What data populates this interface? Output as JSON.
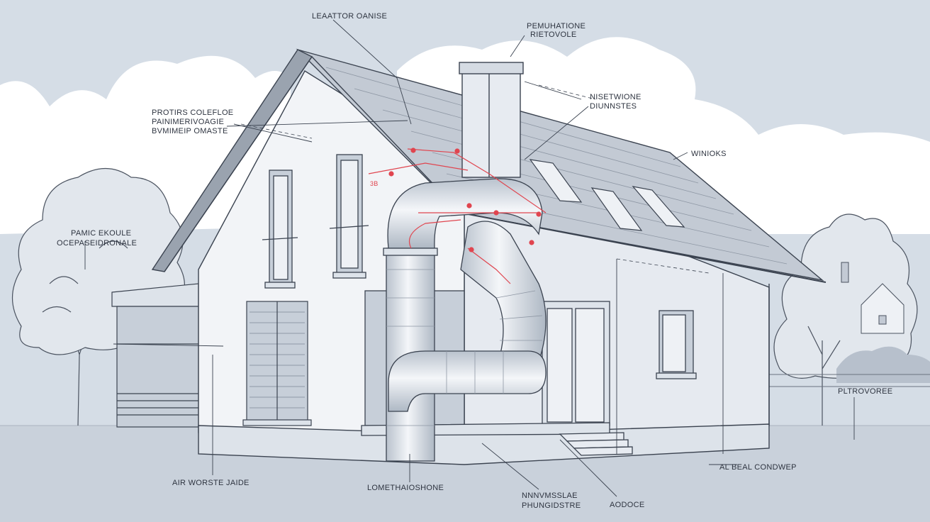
{
  "diagram": {
    "labels": {
      "leaattor": "LEAATTOR OANISE",
      "chimney_top_1": "PEMUHATIONE",
      "chimney_top_2": "RIETOVOLE",
      "roof_right_1": "NISETWIONE",
      "roof_right_2": "DIUNNSTES",
      "windows": "WINIOKS",
      "left_upper_1": "PROTIRS COLEFLOE",
      "left_upper_2": "PAINIMERIVOAGIE",
      "left_upper_3": "BVMIMEIP OMASTE",
      "left_mid_1": "PAMIC EKOULE",
      "left_mid_2": "OCEPASEIDRONALE",
      "right_lower": "PLTROVOREE",
      "bottom_1": "AIR WORSTE JAIDE",
      "bottom_2": "LOMETHAIOSHONE",
      "bottom_3a": "NNNVMSSLAE",
      "bottom_3b": "PHUNGIDSTRE",
      "bottom_4": "AODOCE",
      "bottom_5": "AL BEAL CONDWEP",
      "marker": "3B"
    },
    "colors": {
      "background": "#d5dde6",
      "cloud": "#ffffff",
      "wall": "#eef1f5",
      "wall_shade": "#dde3ea",
      "roof": "#c3cad4",
      "line": "#3b4350",
      "duct": "#e7ebf1",
      "accent": "#e0454f"
    }
  }
}
